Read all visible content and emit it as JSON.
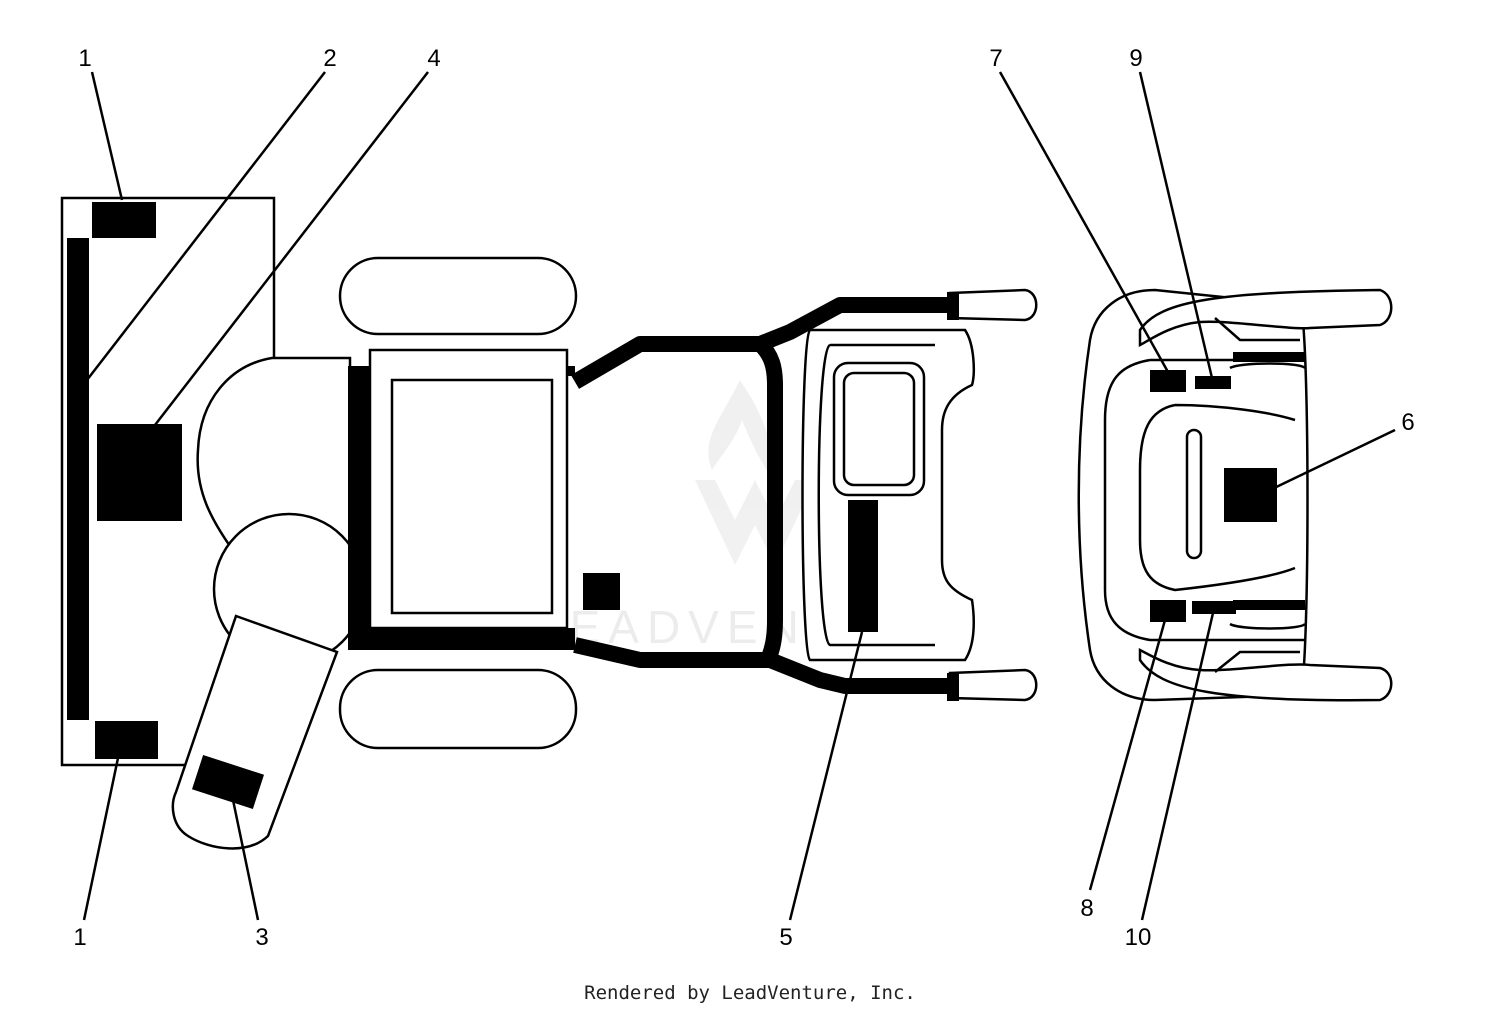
{
  "callouts": [
    {
      "id": "c1a",
      "label": "1"
    },
    {
      "id": "c2",
      "label": "2"
    },
    {
      "id": "c4",
      "label": "4"
    },
    {
      "id": "c7",
      "label": "7"
    },
    {
      "id": "c9",
      "label": "9"
    },
    {
      "id": "c6",
      "label": "6"
    },
    {
      "id": "c1b",
      "label": "1"
    },
    {
      "id": "c3",
      "label": "3"
    },
    {
      "id": "c5",
      "label": "5"
    },
    {
      "id": "c8",
      "label": "8"
    },
    {
      "id": "c10",
      "label": "10"
    }
  ],
  "watermark": {
    "text": "LEADVENTURE"
  },
  "footer": {
    "credit": "Rendered by LeadVenture, Inc."
  },
  "colors": {
    "ink": "#000000",
    "background": "#ffffff",
    "watermark": "#e8e8e8"
  }
}
